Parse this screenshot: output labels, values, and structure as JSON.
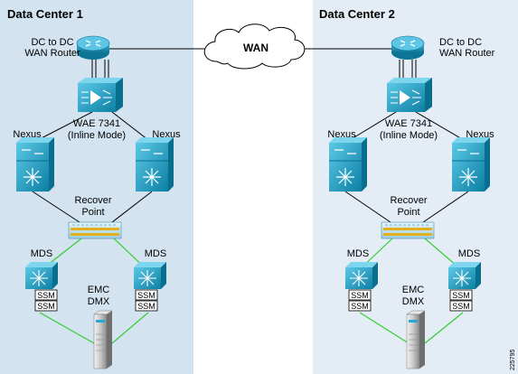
{
  "data_centers": [
    {
      "title": "Data Center 1",
      "router_label": [
        "DC to DC",
        "WAN Router"
      ],
      "wae_label": [
        "WAE 7341",
        "(Inline Mode)"
      ],
      "nexus_left": "Nexus",
      "nexus_right": "Nexus",
      "recover_point": [
        "Recover",
        "Point"
      ],
      "mds_left": "MDS",
      "mds_right": "MDS",
      "ssm": "SSM",
      "storage_label": [
        "EMC",
        "DMX"
      ]
    },
    {
      "title": "Data Center 2",
      "router_label": [
        "DC to DC",
        "WAN Router"
      ],
      "wae_label": [
        "WAE 7341",
        "(Inline Mode)"
      ],
      "nexus_left": "Nexus",
      "nexus_right": "Nexus",
      "recover_point": [
        "Recover",
        "Point"
      ],
      "mds_left": "MDS",
      "mds_right": "MDS",
      "ssm": "SSM",
      "storage_label": [
        "EMC",
        "DMX"
      ]
    }
  ],
  "wan_label": "WAN",
  "figure_number": "225795",
  "colors": {
    "panel_left": "#d3e3ef",
    "panel_right": "#e4edf5",
    "device_blue": "#1e9ec5",
    "device_dark": "#0a6f8f",
    "san_link": "#33cc33",
    "ip_link": "#000000"
  }
}
